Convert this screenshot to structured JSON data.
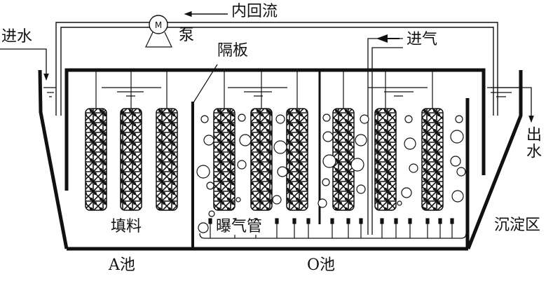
{
  "labels": {
    "inlet_water": "进水",
    "internal_reflux": "内回流",
    "pump": "泵",
    "baffle": "隔板",
    "air_inlet": "进气",
    "outlet_water": "出水",
    "sedimentation_zone": "沉淀区",
    "packing": "填料",
    "aeration_pipe": "曝气管",
    "a_tank": "A池",
    "o_tank": "O池"
  },
  "pump_symbol": "M",
  "colors": {
    "line": "#111111",
    "background": "#ffffff"
  }
}
